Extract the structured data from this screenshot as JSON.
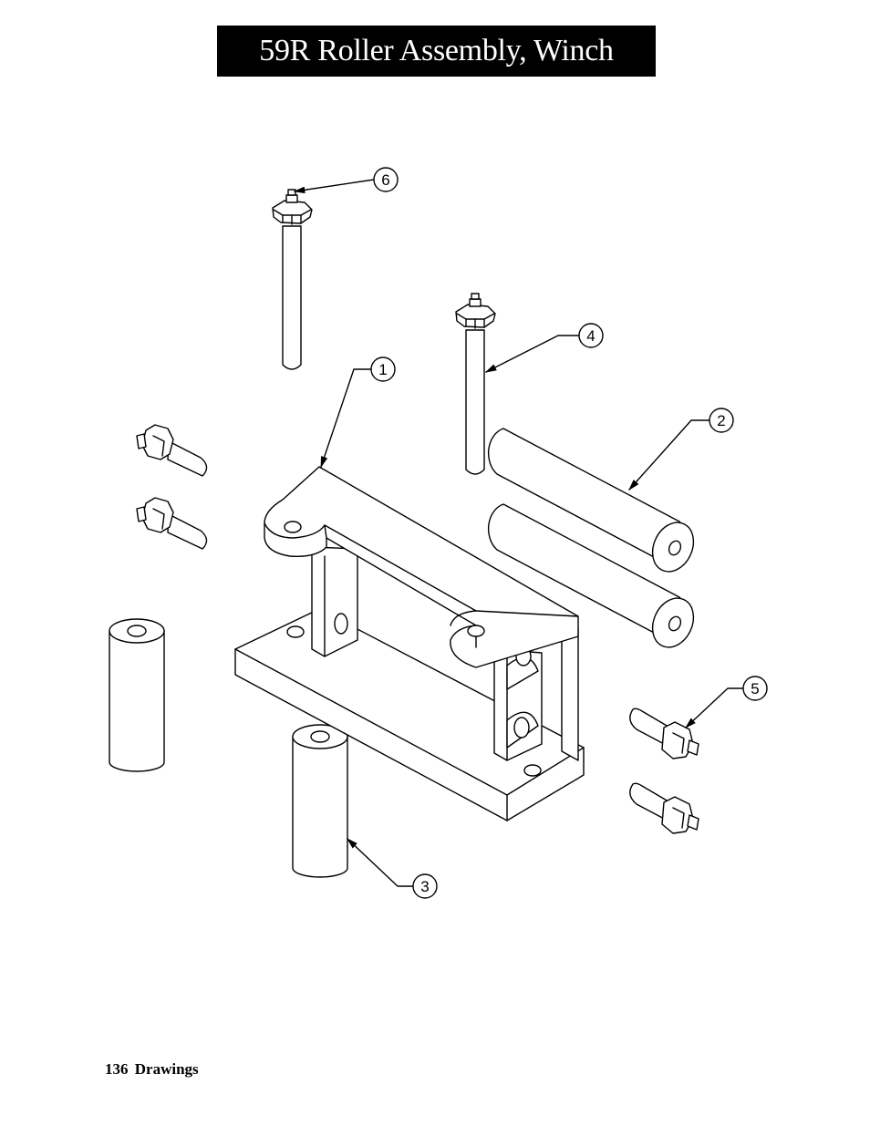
{
  "title": "59R Roller Assembly, Winch",
  "footer": {
    "page_number": "136",
    "section": "Drawings"
  },
  "callouts": [
    {
      "id": "c1",
      "label": "1"
    },
    {
      "id": "c2",
      "label": "2"
    },
    {
      "id": "c3",
      "label": "3"
    },
    {
      "id": "c4",
      "label": "4"
    },
    {
      "id": "c5",
      "label": "5"
    },
    {
      "id": "c6",
      "label": "6"
    }
  ]
}
